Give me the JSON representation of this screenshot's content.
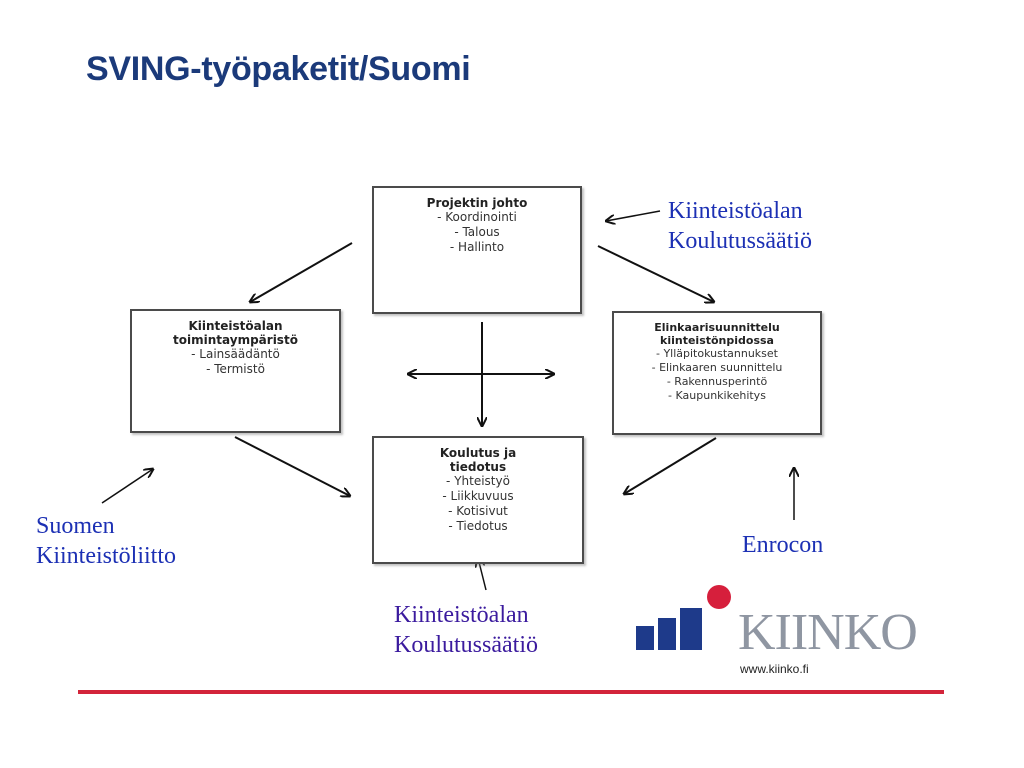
{
  "title": "SVING-työpaketit/Suomi",
  "boxes": {
    "top": {
      "title": [
        "Projektin johto"
      ],
      "items": [
        "- Koordinointi",
        "- Talous",
        "- Hallinto"
      ]
    },
    "left": {
      "title": [
        "Kiinteistöalan",
        "toimintaympäristö"
      ],
      "items": [
        "- Lainsäädäntö",
        "- Termistö"
      ]
    },
    "right": {
      "title": [
        "Elinkaarisuunnittelu",
        "kiinteistönpidossa"
      ],
      "items": [
        "- Ylläpitokustannukset",
        "- Elinkaaren suunnittelu",
        "- Rakennusperintö",
        "- Kaupunkikehitys"
      ]
    },
    "bottom": {
      "title": [
        "Koulutus ja",
        "tiedotus"
      ],
      "items": [
        "- Yhteistyö",
        "- Liikkuvuus",
        "- Kotisivut",
        "- Tiedotus"
      ]
    }
  },
  "labels": {
    "top_right": [
      "Kiinteistöalan",
      "Koulutussäätiö"
    ],
    "left": [
      "Suomen",
      "Kiinteistöliitto"
    ],
    "right": [
      "Enrocon"
    ],
    "bottom": [
      "Kiinteistöalan",
      "Koulutussäätiö"
    ]
  },
  "logo": {
    "name": "KIINKO",
    "url": "www.kiinko.fi",
    "bar_color": "#1e3a8a",
    "dot_color": "#d61f3c"
  },
  "colors": {
    "title": "#1b3a7a",
    "divider": "#d3243a",
    "label_blue": "#1c30b4"
  }
}
